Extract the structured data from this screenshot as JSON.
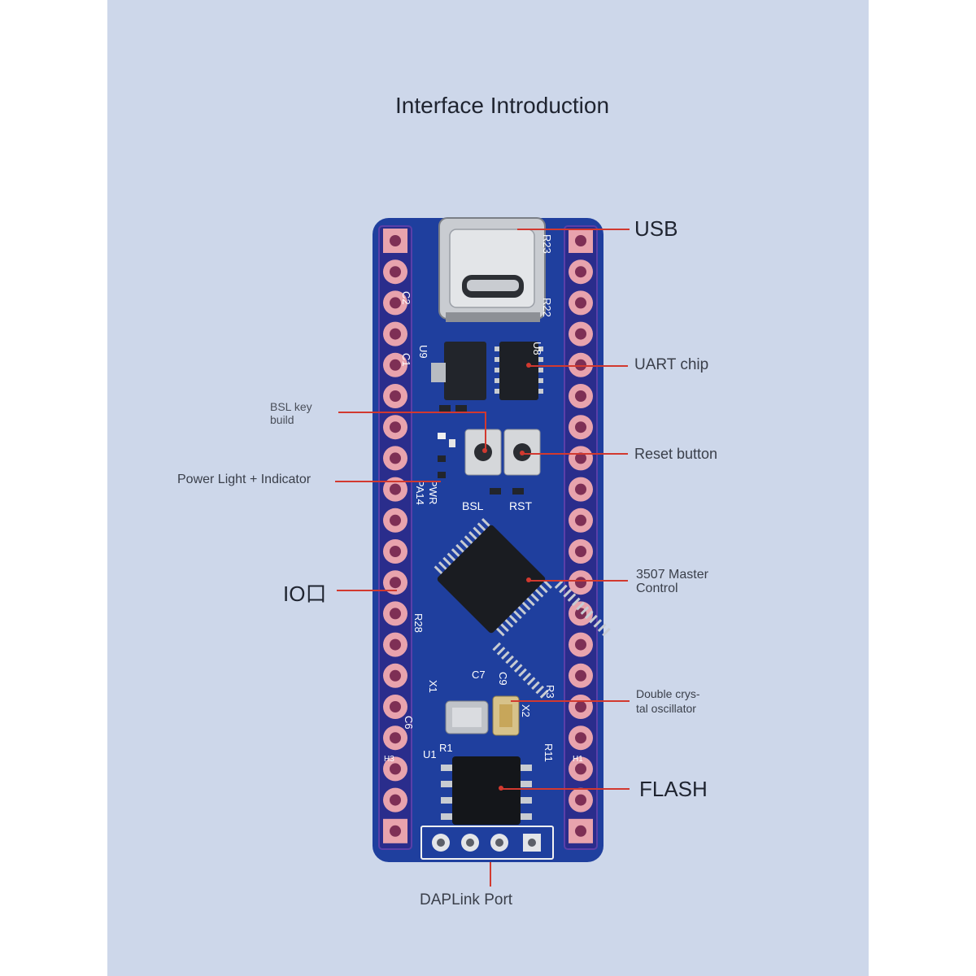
{
  "title": "Interface Introduction",
  "labels": {
    "usb": "USB",
    "uart": "UART chip",
    "bsl_line1": "BSL key",
    "bsl_line2": "build",
    "reset": "Reset button",
    "power": "Power Light + Indicator",
    "io": "IO口",
    "master_line1": "3507 Master",
    "master_line2": "Control",
    "crystal_line1": "Double crys-",
    "crystal_line2": "tal oscillator",
    "flash": "FLASH",
    "daplink": "DAPLink Port"
  },
  "silkscreen": {
    "r23": "R23",
    "r22": "R22",
    "c2": "C2",
    "c1": "C1",
    "u9": "U9",
    "u8": "U8",
    "pwr": "PWR",
    "pa14": "PA14",
    "bsl": "BSL",
    "rst": "RST",
    "r28": "R28",
    "c7": "C7",
    "c6": "C6",
    "x1": "X1",
    "x2": "X2",
    "r1": "R1",
    "u1": "U1",
    "r11": "R11",
    "r3": "R3",
    "c9": "C9",
    "h3": "H3",
    "h1": "H1"
  },
  "colors": {
    "panel": "#cdd7ea",
    "pcb": "#1f3f9e",
    "pad": "#e8a3ad",
    "leader": "#d2392f"
  }
}
